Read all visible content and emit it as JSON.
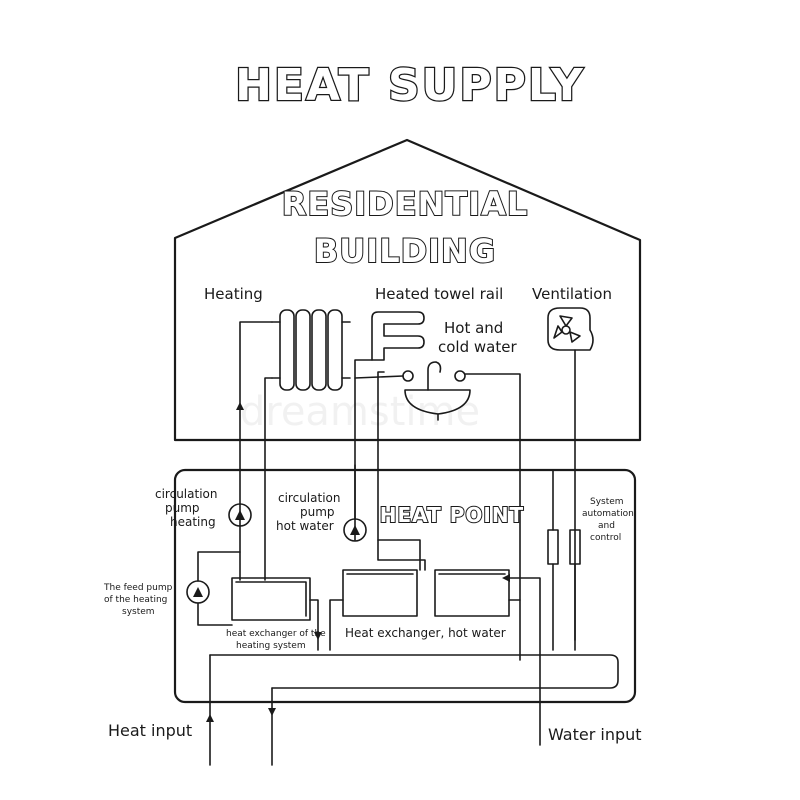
{
  "title": "HEAT SUPPLY",
  "building": {
    "title_line1": "RESIDENTIAL",
    "title_line2": "BUILDING",
    "labels": {
      "heating": "Heating",
      "towel_rail": "Heated towel rail",
      "ventilation": "Ventilation",
      "hot_cold_line1": "Hot and",
      "hot_cold_line2": "cold water"
    }
  },
  "heat_point": {
    "title": "HEAT POINT",
    "labels": {
      "circ_heating_1": "circulation",
      "circ_heating_2": "pump",
      "circ_heating_3": "heating",
      "circ_hot_1": "circulation",
      "circ_hot_2": "pump",
      "circ_hot_3": "hot water",
      "feed_1": "The feed pump",
      "feed_2": "of the heating",
      "feed_3": "system",
      "hx_heating_1": "heat exchanger of the",
      "hx_heating_2": "heating system",
      "hx_hot": "Heat exchanger, hot water",
      "auto_1": "System",
      "auto_2": "automation",
      "auto_3": "and",
      "auto_4": "control"
    }
  },
  "inputs": {
    "heat_input": "Heat input",
    "water_input": "Water input"
  },
  "watermark": "dreamstime"
}
